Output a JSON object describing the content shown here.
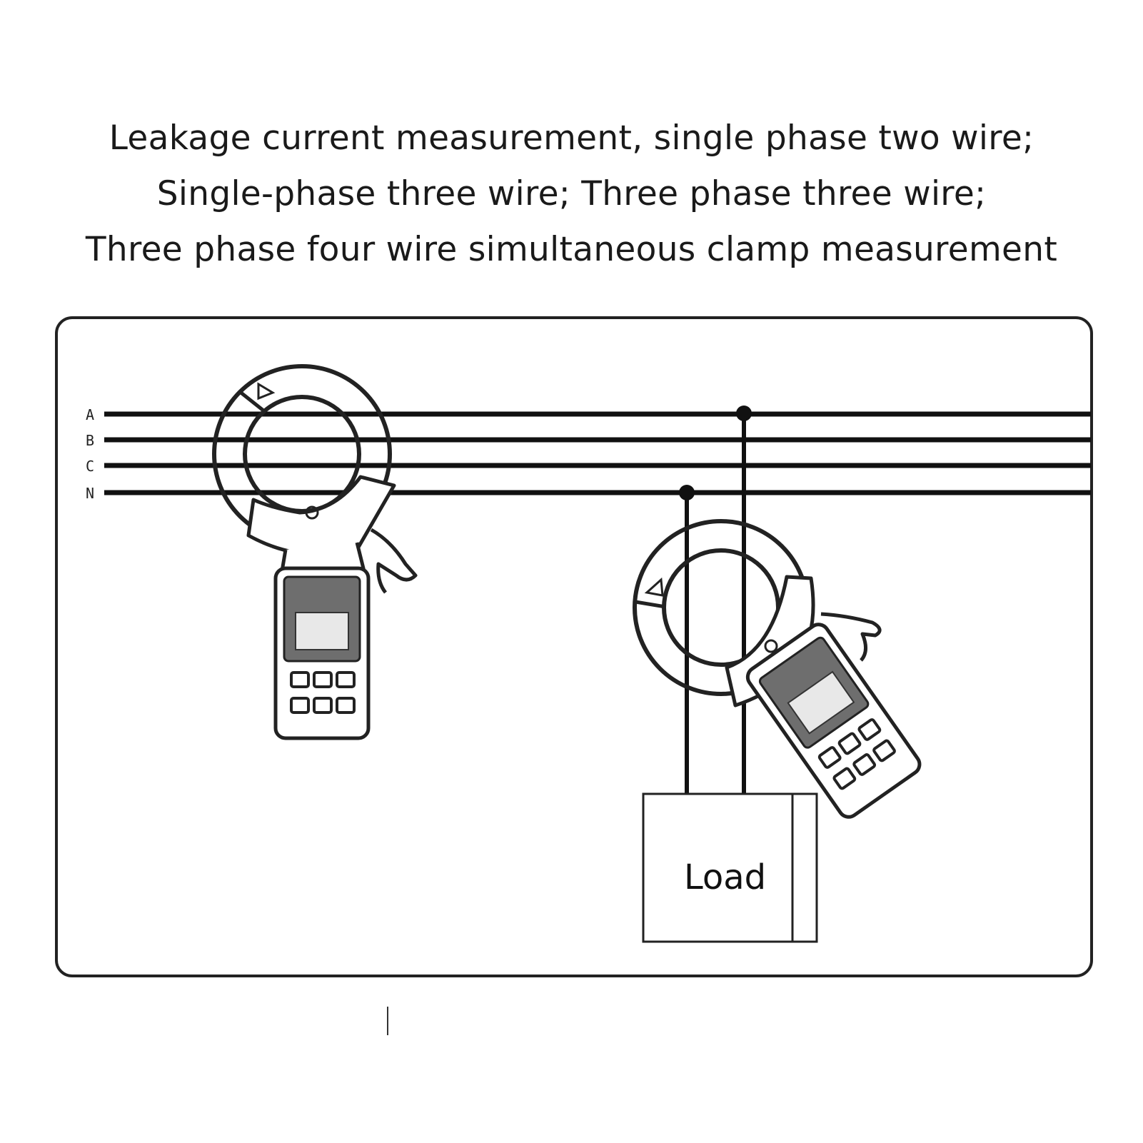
{
  "caption": {
    "line1": "Leakage current measurement, single phase two wire;",
    "line2": "Single-phase three wire; Three phase three wire;",
    "line3": "Three phase four wire simultaneous clamp measurement"
  },
  "bus": {
    "lines": [
      "A",
      "B",
      "C",
      "N"
    ]
  },
  "load": {
    "label": "Load"
  }
}
